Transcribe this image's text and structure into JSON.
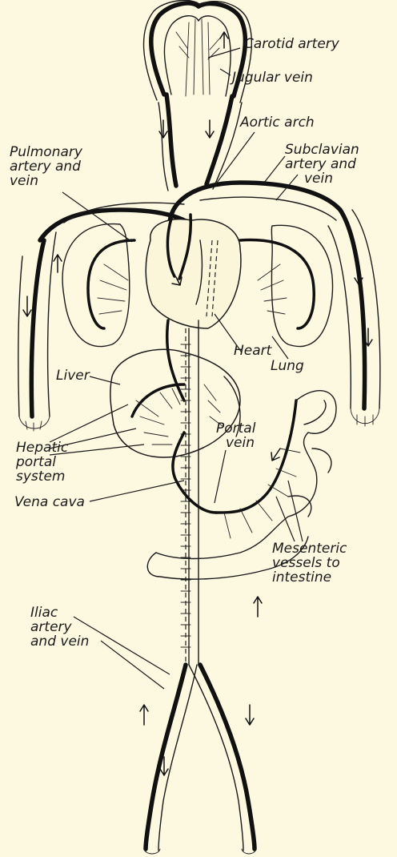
{
  "figure": {
    "background": "#fdf8e0",
    "ink": "#111111",
    "labels": {
      "carotid": "Carotid artery",
      "jugular": "Jugular vein",
      "aortic": "Aortic arch",
      "pulmonary_1": "Pulmonary",
      "pulmonary_2": "artery and",
      "pulmonary_3": "vein",
      "subclavian_1": "Subclavian",
      "subclavian_2": "artery and",
      "subclavian_3": "vein",
      "heart": "Heart",
      "lung": "Lung",
      "liver": "Liver",
      "hepatic_1": "Hepatic",
      "hepatic_2": "portal",
      "hepatic_3": "system",
      "portal_1": "Portal",
      "portal_2": "vein",
      "vena_cava": "Vena cava",
      "mesenteric_1": "Mesenteric",
      "mesenteric_2": "vessels to",
      "mesenteric_3": "intestine",
      "iliac_1": "Iliac",
      "iliac_2": "artery",
      "iliac_3": "and vein"
    }
  }
}
